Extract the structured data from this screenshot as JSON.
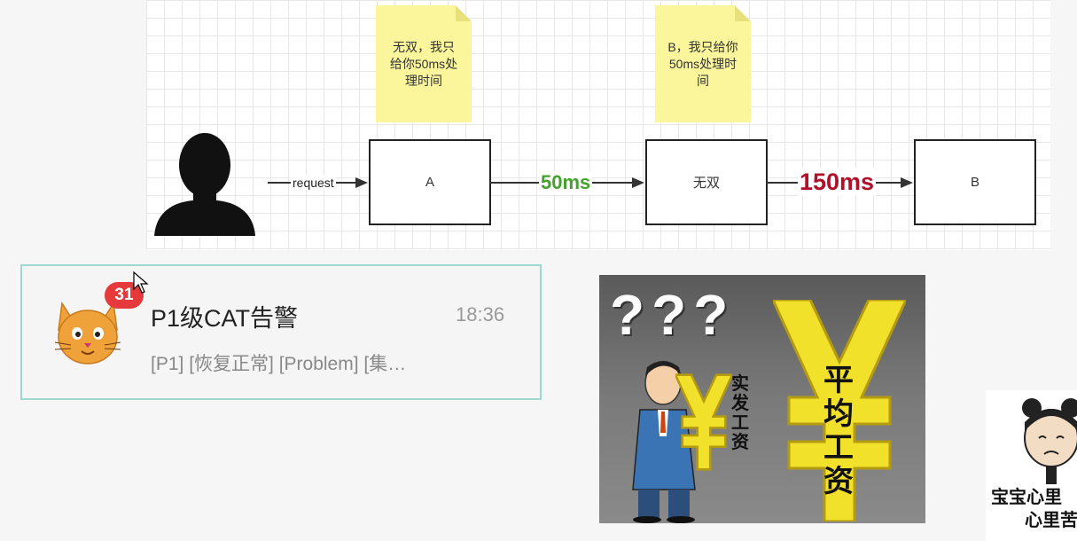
{
  "diagram": {
    "notes": [
      {
        "text": "无双，我只给你50ms处理时间"
      },
      {
        "text": "B，我只给你50ms处理时间"
      }
    ],
    "nodes": [
      {
        "label": "A"
      },
      {
        "label": "无双"
      },
      {
        "label": "B"
      }
    ],
    "edges": [
      {
        "label": "request",
        "color": "#222222"
      },
      {
        "label": "50ms",
        "color": "#46a02f"
      },
      {
        "label": "150ms",
        "color": "#b0102a"
      }
    ]
  },
  "notification": {
    "badge_count": "31",
    "title": "P1级CAT告警",
    "time": "18:36",
    "preview": "[P1] [恢复正常] [Problem] [集…",
    "avatar": "cat-avatar-icon"
  },
  "comic": {
    "question_marks": "???",
    "small_label": "实发工资",
    "big_label": "平均工资",
    "currency_symbol": "¥"
  },
  "meme": {
    "line1": "宝宝心里",
    "line2": "心里苦"
  },
  "colors": {
    "note_yellow": "#fbf59c",
    "edge_green": "#46a02f",
    "edge_red": "#b0102a",
    "badge_red": "#e5393b",
    "notif_border": "#9fd8cf",
    "coin_gold": "#f2e12b"
  }
}
